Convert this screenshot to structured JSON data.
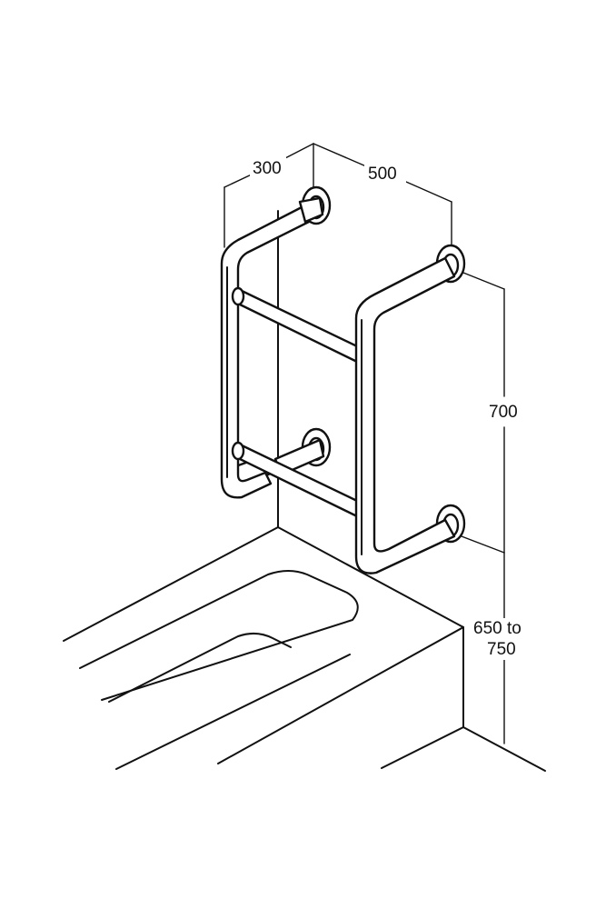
{
  "dimensions": {
    "depth": "300",
    "width": "500",
    "height": "700",
    "mounting_height_line1": "650 to",
    "mounting_height_line2": "750"
  },
  "colors": {
    "line": "#111111",
    "background": "#ffffff"
  }
}
